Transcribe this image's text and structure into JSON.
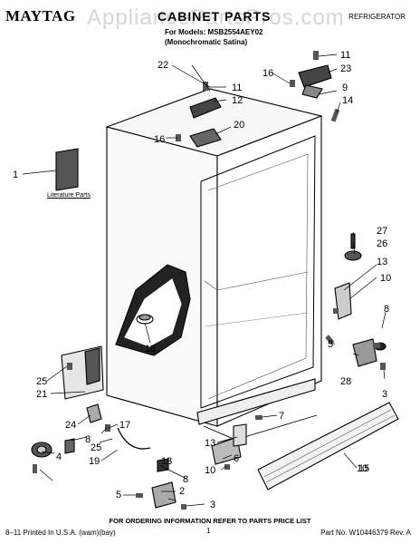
{
  "header": {
    "brand": "MAYTAG",
    "title": "CABINET PARTS",
    "category": "REFRIGERATOR",
    "model_line": "For Models: MSB2554AEY02",
    "model_variant": "(Monochromatic Satina)",
    "watermark": "AppliancePartsPros.com"
  },
  "literature_label": "Literature Parts",
  "callouts": [
    "1",
    "2",
    "3",
    "3",
    "4",
    "5",
    "5",
    "6",
    "7",
    "8",
    "8",
    "8",
    "9",
    "10",
    "10",
    "10",
    "11",
    "11",
    "12",
    "13",
    "13",
    "13",
    "14",
    "15",
    "16",
    "16",
    "17",
    "18",
    "19",
    "20",
    "21",
    "22",
    "23",
    "24",
    "25",
    "25",
    "26",
    "27",
    "28"
  ],
  "footer": {
    "order_note": "FOR ORDERING INFORMATION REFER TO PARTS PRICE LIST",
    "printed": "8–11 Printed In U.S.A. (wam)(bay)",
    "page": "1",
    "part_no": "Part No. W10446379 Rev. A"
  }
}
